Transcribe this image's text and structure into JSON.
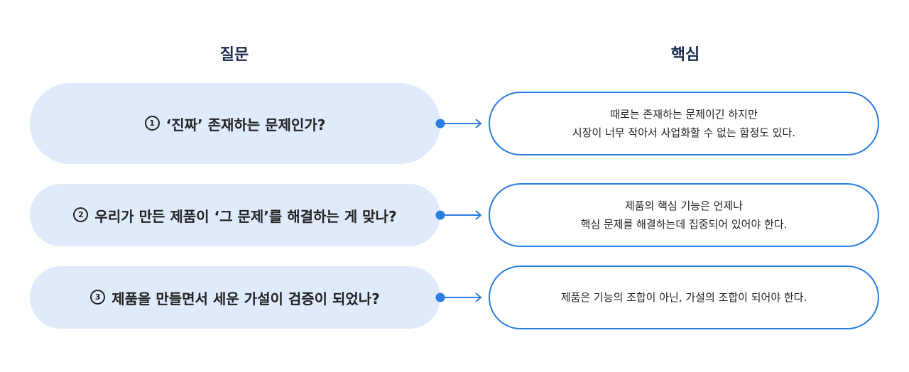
{
  "headers": {
    "question": "질문",
    "core": "핵심"
  },
  "colors": {
    "question_bg": "#dfeafa",
    "answer_border": "#2a7de1",
    "header_text": "#1b2a4a",
    "connector": "#2a7de1"
  },
  "rows": [
    {
      "number": "1",
      "question": "‘진짜’ 존재하는 문제인가?",
      "answer_lines": [
        "때로는 존재하는 문제이긴 하지만",
        "시장이 너무 작아서 사업화할 수 없는 함정도 있다."
      ]
    },
    {
      "number": "2",
      "question": "우리가 만든 제품이 ‘그 문제’를 해결하는 게 맞나?",
      "answer_lines": [
        "제품의 핵심 기능은 언제나",
        "핵심 문제를 해결하는데  집중되어 있어야 한다."
      ]
    },
    {
      "number": "3",
      "question": "제품을 만들면서 세운 가설이 검증이 되었나?",
      "answer_lines": [
        "제품은 기능의 조합이 아닌, 가설의 조합이 되어야 한다."
      ]
    }
  ]
}
